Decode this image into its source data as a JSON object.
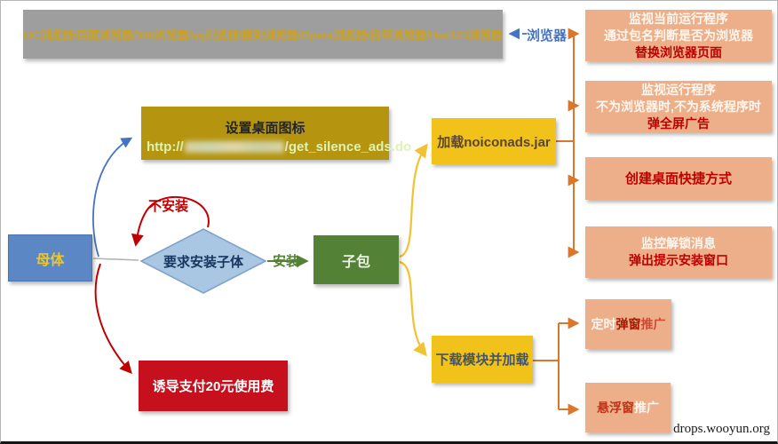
{
  "page": {
    "watermark": "drops.wooyun.org"
  },
  "palette": {
    "box_gray": "#9e9e9e",
    "box_gray_text": "#c9a227",
    "box_olive": "#b5950f",
    "box_yellow": "#f1c219",
    "box_blue": "#5b87c5",
    "box_green": "#538135",
    "box_red": "#c6101e",
    "box_orange": "#edaf89",
    "accent_orange_line": "#d9782d",
    "accent_red": "#c00000",
    "accent_blue": "#4472c4",
    "accent_yellow_line": "#f2c232",
    "accent_green": "#538135"
  },
  "nodes": {
    "browser_list": {
      "text": "UC浏览器/百度浏览器/360浏览器/qq浏览器/搜狗浏览器/Opera浏览器/自带浏览器/Hao123浏览器"
    },
    "browser_label": {
      "text": "浏览器"
    },
    "monitor_replace": {
      "line1": "监视当前运行程序",
      "line2": "通过包名判断是否为浏览器",
      "line3": "替换浏览器页面"
    },
    "fullscreen_ad": {
      "line1": "监视运行程序",
      "line2": "不为浏览器时,不为系统程序时",
      "line3": "弹全屏广告"
    },
    "shortcut": {
      "text": "创建桌面快捷方式"
    },
    "unlock_monitor": {
      "line1": "监控解锁消息",
      "line2": "弹出提示安装窗口"
    },
    "load_jar": {
      "text": "加载noiconads.jar"
    },
    "desktop_icon": {
      "title": "设置桌面图标",
      "url_prefix": "http://",
      "url_suffix": "/get_silence_ads.do"
    },
    "mother": {
      "text": "母体"
    },
    "decision": {
      "text": "要求安装子体"
    },
    "no_install_label": {
      "text": "不安装"
    },
    "install_label": {
      "text": "安装"
    },
    "child": {
      "text": "子包"
    },
    "download_module": {
      "text": "下载模块并加载"
    },
    "timed_popup": {
      "seg1": "定时",
      "seg2": "弹窗",
      "seg3": "推广"
    },
    "float_window": {
      "seg1": "悬浮窗",
      "seg2": "推广"
    },
    "pay_fee": {
      "text": "诱导支付20元使用费"
    }
  }
}
